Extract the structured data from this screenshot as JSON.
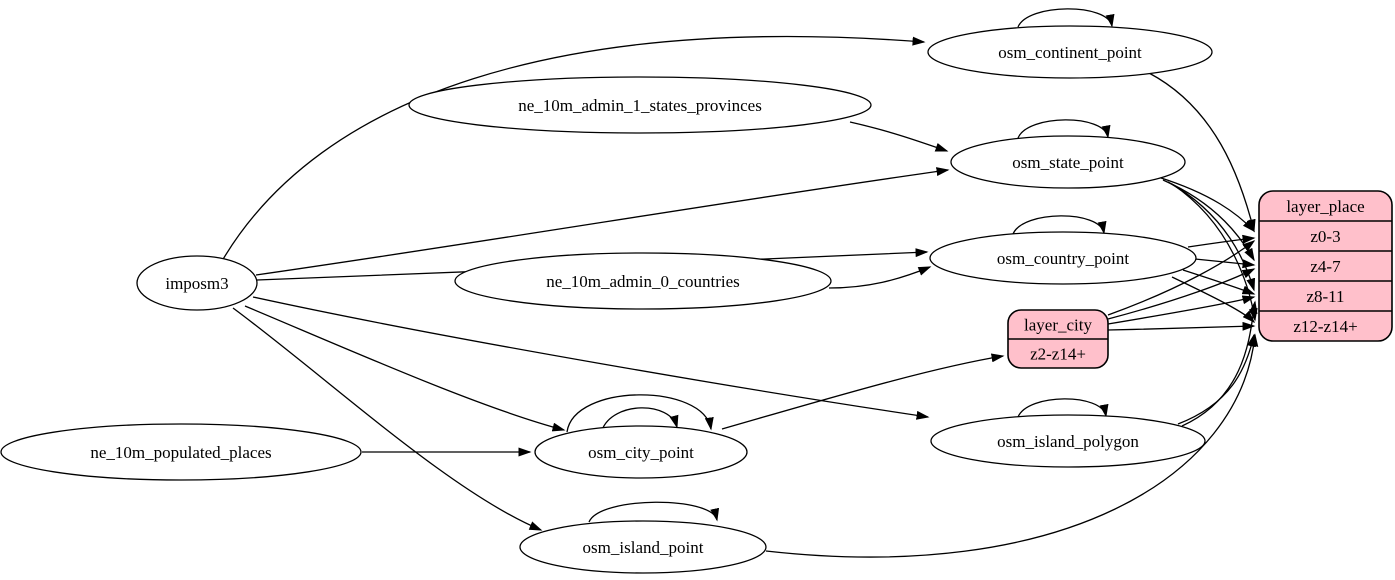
{
  "diagram": {
    "type": "etl-dependency-graph",
    "colors": {
      "background": "#ffffff",
      "node_fill": "#ffffff",
      "record_fill": "#ffc0cb",
      "stroke": "#000000"
    },
    "nodes": [
      {
        "id": "imposm3",
        "label": "imposm3"
      },
      {
        "id": "ne_10m_admin_1_states_provinces",
        "label": "ne_10m_admin_1_states_provinces"
      },
      {
        "id": "ne_10m_admin_0_countries",
        "label": "ne_10m_admin_0_countries"
      },
      {
        "id": "ne_10m_populated_places",
        "label": "ne_10m_populated_places"
      },
      {
        "id": "osm_continent_point",
        "label": "osm_continent_point"
      },
      {
        "id": "osm_state_point",
        "label": "osm_state_point"
      },
      {
        "id": "osm_country_point",
        "label": "osm_country_point"
      },
      {
        "id": "osm_city_point",
        "label": "osm_city_point"
      },
      {
        "id": "osm_island_polygon",
        "label": "osm_island_polygon"
      },
      {
        "id": "osm_island_point",
        "label": "osm_island_point"
      }
    ],
    "records": {
      "layer_city": {
        "title": "layer_city",
        "rows": [
          "z2-z14+"
        ]
      },
      "layer_place": {
        "title": "layer_place",
        "rows": [
          "z0-3",
          "z4-7",
          "z8-11",
          "z12-z14+"
        ]
      }
    },
    "edges": [
      {
        "from": "imposm3",
        "to": "osm_continent_point"
      },
      {
        "from": "imposm3",
        "to": "osm_state_point"
      },
      {
        "from": "imposm3",
        "to": "osm_country_point"
      },
      {
        "from": "imposm3",
        "to": "osm_city_point"
      },
      {
        "from": "imposm3",
        "to": "osm_island_polygon"
      },
      {
        "from": "imposm3",
        "to": "osm_island_point"
      },
      {
        "from": "ne_10m_admin_1_states_provinces",
        "to": "osm_state_point"
      },
      {
        "from": "ne_10m_admin_0_countries",
        "to": "osm_country_point"
      },
      {
        "from": "ne_10m_populated_places",
        "to": "osm_city_point"
      },
      {
        "from": "osm_continent_point",
        "to": "osm_continent_point"
      },
      {
        "from": "osm_state_point",
        "to": "osm_state_point"
      },
      {
        "from": "osm_country_point",
        "to": "osm_country_point"
      },
      {
        "from": "osm_city_point",
        "to": "osm_city_point"
      },
      {
        "from": "osm_city_point",
        "to": "osm_city_point",
        "n": 2
      },
      {
        "from": "osm_island_polygon",
        "to": "osm_island_polygon"
      },
      {
        "from": "osm_island_point",
        "to": "osm_island_point"
      },
      {
        "from": "osm_continent_point",
        "to": "layer_place",
        "port": "z0-3"
      },
      {
        "from": "osm_state_point",
        "to": "layer_place",
        "port": "z0-3"
      },
      {
        "from": "osm_state_point",
        "to": "layer_place",
        "port": "z4-7"
      },
      {
        "from": "osm_state_point",
        "to": "layer_place",
        "port": "z8-11"
      },
      {
        "from": "osm_state_point",
        "to": "layer_place",
        "port": "z12-z14+"
      },
      {
        "from": "osm_country_point",
        "to": "layer_place",
        "port": "z0-3"
      },
      {
        "from": "osm_country_point",
        "to": "layer_place",
        "port": "z4-7"
      },
      {
        "from": "osm_country_point",
        "to": "layer_place",
        "port": "z8-11"
      },
      {
        "from": "osm_country_point",
        "to": "layer_place",
        "port": "z12-z14+"
      },
      {
        "from": "osm_island_polygon",
        "to": "layer_place",
        "port": "z8-11"
      },
      {
        "from": "osm_island_polygon",
        "to": "layer_place",
        "port": "z12-z14+"
      },
      {
        "from": "osm_island_point",
        "to": "layer_place",
        "port": "z12-z14+"
      },
      {
        "from": "osm_city_point",
        "to": "layer_city",
        "port": "z2-z14+"
      },
      {
        "from": "layer_city",
        "to": "layer_place",
        "port": "z0-3"
      },
      {
        "from": "layer_city",
        "to": "layer_place",
        "port": "z4-7"
      },
      {
        "from": "layer_city",
        "to": "layer_place",
        "port": "z8-11"
      },
      {
        "from": "layer_city",
        "to": "layer_place",
        "port": "z12-z14+"
      }
    ]
  }
}
